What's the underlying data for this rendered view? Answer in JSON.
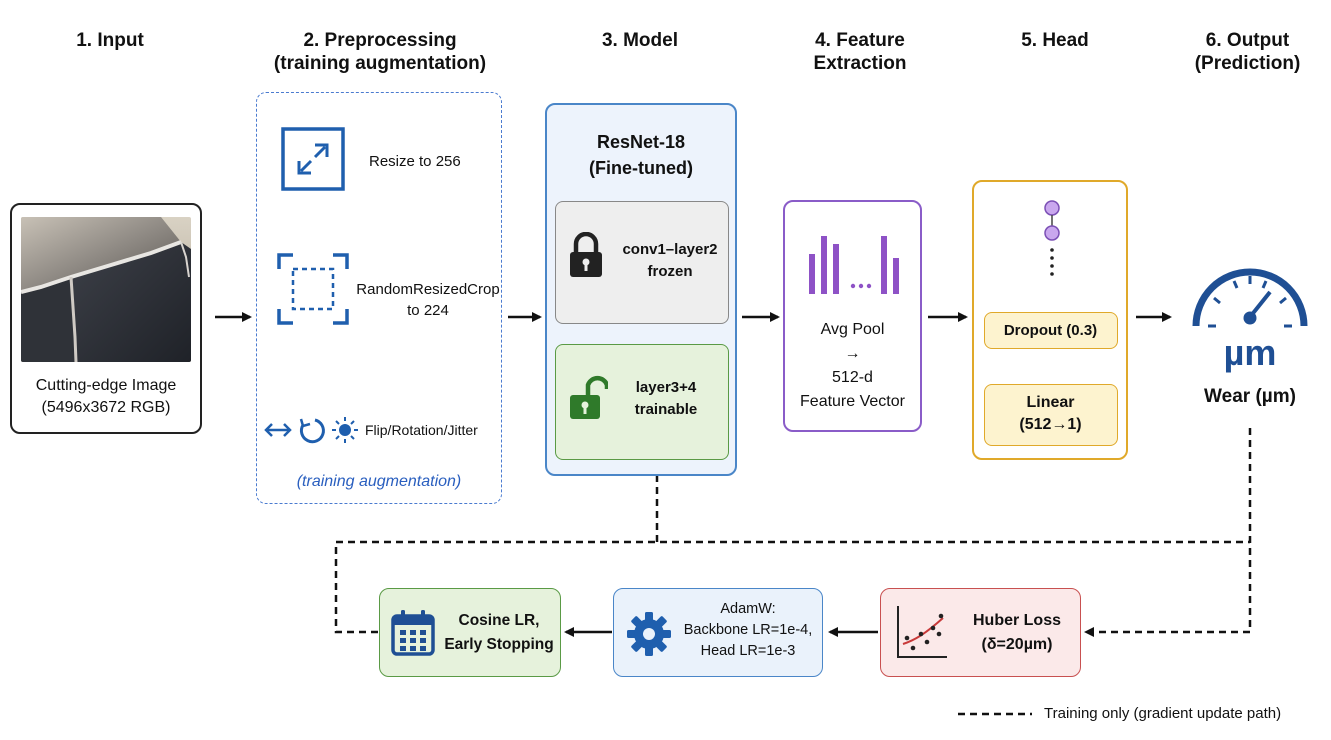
{
  "headers": {
    "input": "1. Input",
    "preprocessing_l1": "2. Preprocessing",
    "preprocessing_l2": "(training augmentation)",
    "model": "3. Model",
    "feature_l1": "4. Feature",
    "feature_l2": "Extraction",
    "head": "5. Head",
    "output_l1": "6. Output",
    "output_l2": "(Prediction)"
  },
  "input": {
    "caption_l1": "Cutting-edge Image",
    "caption_l2": "(5496x3672 RGB)"
  },
  "preprocessing": {
    "resize": "Resize to 256",
    "crop_l1": "RandomResizedCrop",
    "crop_l2": "to 224",
    "augment": "Flip/Rotation/Jitter",
    "note": "(training augmentation)"
  },
  "model": {
    "title_l1": "ResNet-18",
    "title_l2": "(Fine-tuned)",
    "frozen_l1": "conv1–layer2",
    "frozen_l2": "frozen",
    "trainable_l1": "layer3+4",
    "trainable_l2": "trainable"
  },
  "feature": {
    "l1": "Avg Pool",
    "arrow": "→",
    "l2": "512-d",
    "l3": "Feature Vector",
    "dots": "..."
  },
  "head": {
    "dropout": "Dropout (0.3)",
    "linear_l1": "Linear",
    "linear_l2": "(512→1)"
  },
  "output": {
    "unit": "µm",
    "label": "Wear (µm)"
  },
  "training": {
    "loss_l1": "Huber Loss",
    "loss_l2": "(δ=20µm)",
    "optim_l1": "AdamW:",
    "optim_l2": "Backbone LR=1e-4,",
    "optim_l3": "Head LR=1e-3",
    "sched_l1": "Cosine LR,",
    "sched_l2": "Early Stopping"
  },
  "legend": {
    "label": "Training only (gradient update path)"
  },
  "colors": {
    "preprocessing_border": "#4a7bd0",
    "model_border": "#4a86c8",
    "model_fill": "#edf3fc",
    "frozen_fill": "#eeeeee",
    "trainable_fill": "#e6f2dc",
    "trainable_border": "#5a9a45",
    "feature_border": "#8a5cc8",
    "feature_bar": "#8e52c6",
    "head_border": "#e0a92a",
    "head_sub_fill": "#fdf3cf",
    "loss_fill": "#fbe9e9",
    "loss_border": "#c85050",
    "optim_fill": "#eaf2fb",
    "optim_border": "#4a86c8",
    "sched_fill": "#e6f2dc",
    "sched_border": "#5a9a45",
    "gauge": "#1f4f94",
    "icon_blue": "#1f5fae"
  }
}
